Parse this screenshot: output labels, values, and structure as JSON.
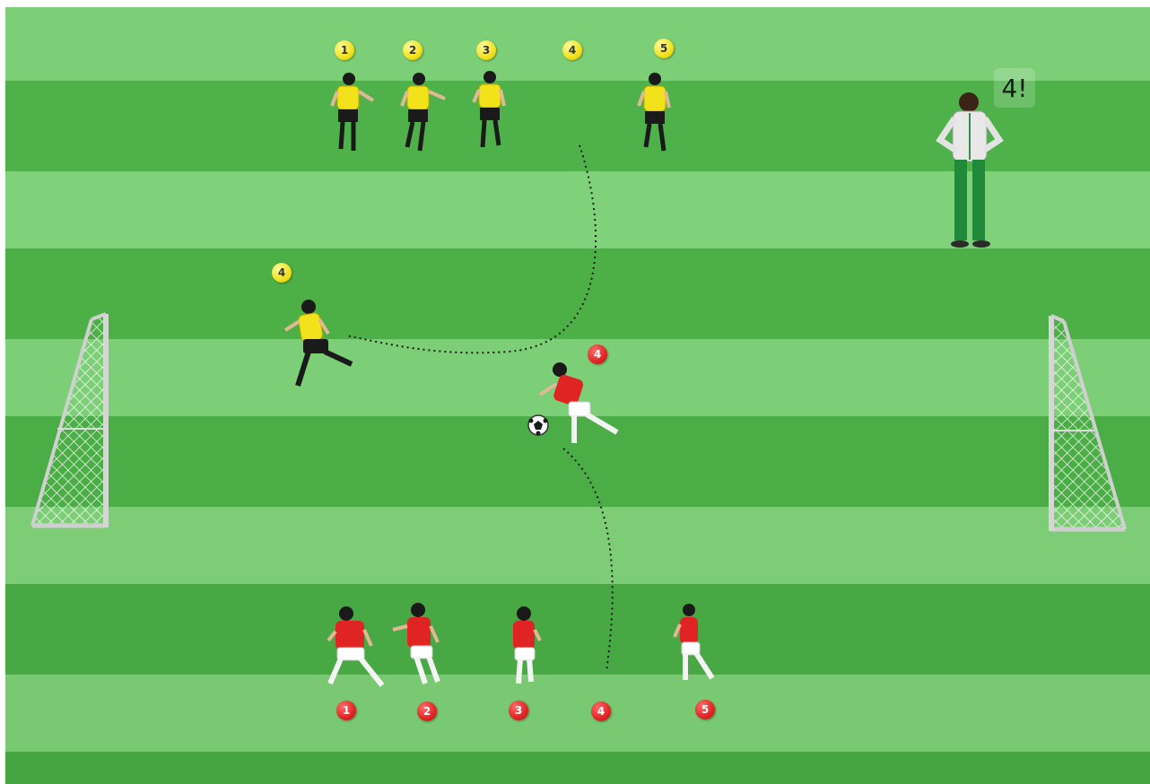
{
  "colors": {
    "grass_light": "#6ec86a",
    "grass_dark": "#3fa33c",
    "yellow_team": "#f2e21a",
    "red_team": "#e02424",
    "coach_pants": "#1f8a3a"
  },
  "coach": {
    "callout": "4!"
  },
  "yellow_team": {
    "markers": [
      {
        "label": "1"
      },
      {
        "label": "2"
      },
      {
        "label": "3"
      },
      {
        "label": "4"
      },
      {
        "label": "5"
      }
    ],
    "active_marker": {
      "label": "4"
    }
  },
  "red_team": {
    "markers": [
      {
        "label": "1"
      },
      {
        "label": "2"
      },
      {
        "label": "3"
      },
      {
        "label": "4"
      },
      {
        "label": "5"
      }
    ],
    "active_marker": {
      "label": "4"
    }
  },
  "icons": [
    "soccer-goal-icon",
    "soccer-ball-icon",
    "player-icon",
    "coach-icon"
  ]
}
